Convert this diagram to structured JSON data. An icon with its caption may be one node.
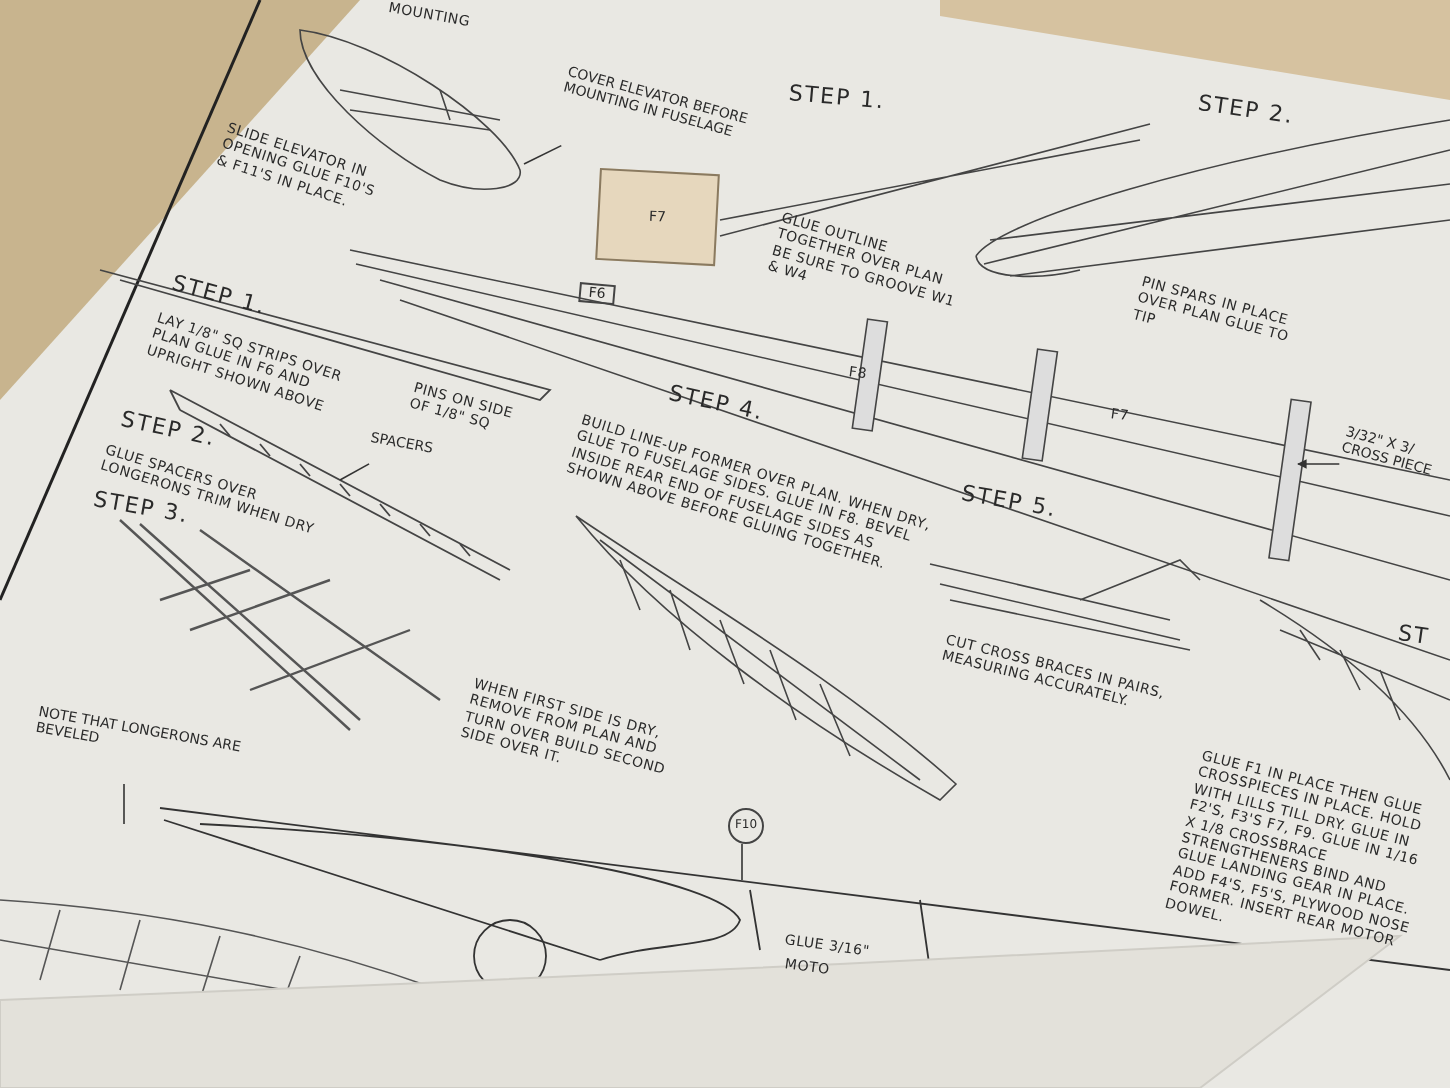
{
  "diagram": {
    "nodes": [
      {
        "text": [
          "COVER ELEVATOR BEFORE MOUNTING IN FUSELAGE"
        ]
      },
      {
        "text": [
          "F7"
        ]
      },
      {
        "text": [
          "F6"
        ]
      },
      {
        "text": [
          "3/32\" X 3/",
          "CROSS PIECE"
        ]
      },
      {
        "text": [
          "SPACERS"
        ]
      },
      {
        "text": [
          "NOTE THAT LONGERONS ARE BEVELED"
        ]
      },
      {
        "text": [
          "F10"
        ]
      }
    ],
    "edges": [
      {
        "from": 0,
        "to": null,
        "arrow": "none"
      },
      {
        "from": 3,
        "to": null,
        "arrow": "to"
      },
      {
        "from": 4,
        "to": null,
        "arrow": "none"
      },
      {
        "from": 5,
        "to": null,
        "arrow": "none"
      },
      {
        "from": 6,
        "to": null,
        "arrow": "none"
      }
    ],
    "labels": [
      "MOUNTING",
      "STEP 1.",
      "SLIDE ELEVATOR IN OPENING GLUE F10'S & F11'S IN PLACE.",
      "STEP 2.",
      "GLUE OUTLINE TOGETHER OVER PLAN BE SURE TO GROOVE W1 & W4",
      "STEP 1.",
      "LAY 1/8\" SQ STRIPS OVER PLAN GLUE IN F6 AND UPRIGHT SHOWN ABOVE",
      "PIN SPARS IN PLACE OVER PLAN GLUE TO TIP",
      "F8",
      "F7",
      "PINS ON SIDE OF 1/8\" SQ",
      "STEP 4.",
      "BUILD LINE-UP FORMER OVER PLAN. WHEN DRY, GLUE TO FUSELAGE SIDES. GLUE IN F8. BEVEL INSIDE REAR END OF FUSELAGE SIDES AS SHOWN ABOVE BEFORE GLUING TOGETHER.",
      "STEP 2.",
      "GLUE SPACERS OVER LONGERONS TRIM WHEN DRY",
      "STEP 3.",
      "STEP 5.",
      "ST",
      "CUT CROSS BRACES IN PAIRS, MEASURING ACCURATELY.",
      "WHEN FIRST SIDE IS DRY, REMOVE FROM PLAN AND TURN OVER BUILD SECOND SIDE OVER IT.",
      "GLUE F1 IN PLACE THEN GLUE CROSSPIECES IN PLACE. HOLD WITH LILLS TILL DRY. GLUE IN F2'S, F3'S F7, F9. GLUE IN 1/16 X 1/8 CROSSBRACE STRENGTHENERS BIND AND GLUE LANDING GEAR IN PLACE. ADD F4'S, F5'S, PLYWOOD NOSE FORMER. INSERT REAR MOTOR DOWEL.",
      "GLUE 3/16\"",
      "MOTO"
    ]
  }
}
